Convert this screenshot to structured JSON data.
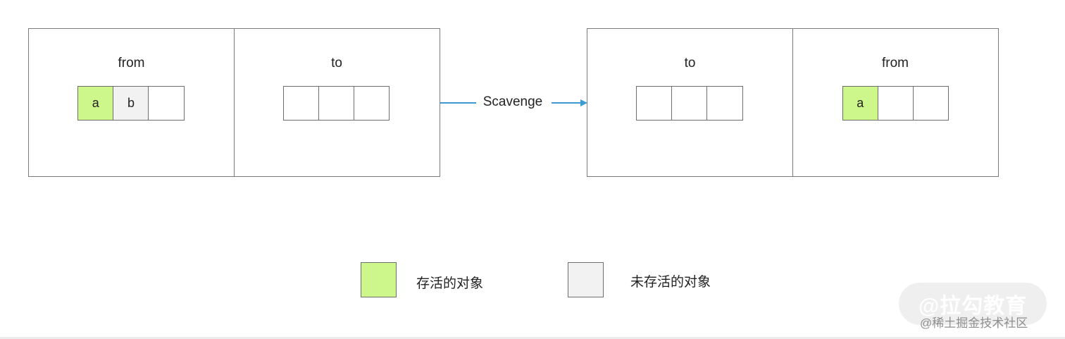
{
  "diagram": {
    "before": {
      "left": {
        "title": "from",
        "cells": [
          {
            "text": "a",
            "state": "alive"
          },
          {
            "text": "b",
            "state": "dead"
          },
          {
            "text": "",
            "state": "empty"
          }
        ]
      },
      "right": {
        "title": "to",
        "cells": [
          {
            "text": "",
            "state": "empty"
          },
          {
            "text": "",
            "state": "empty"
          },
          {
            "text": "",
            "state": "empty"
          }
        ]
      }
    },
    "arrow": {
      "label": "Scavenge",
      "color": "#3a9bd5"
    },
    "after": {
      "left": {
        "title": "to",
        "cells": [
          {
            "text": "",
            "state": "empty"
          },
          {
            "text": "",
            "state": "empty"
          },
          {
            "text": "",
            "state": "empty"
          }
        ]
      },
      "right": {
        "title": "from",
        "cells": [
          {
            "text": "a",
            "state": "alive"
          },
          {
            "text": "",
            "state": "empty"
          },
          {
            "text": "",
            "state": "empty"
          }
        ]
      }
    }
  },
  "legend": {
    "alive": {
      "label": "存活的对象",
      "color": "#cdf68b"
    },
    "dead": {
      "label": "未存活的对象",
      "color": "#f2f2f2"
    }
  },
  "watermark": {
    "brand": "@拉勾教育",
    "site": "@稀土掘金技术社区"
  }
}
